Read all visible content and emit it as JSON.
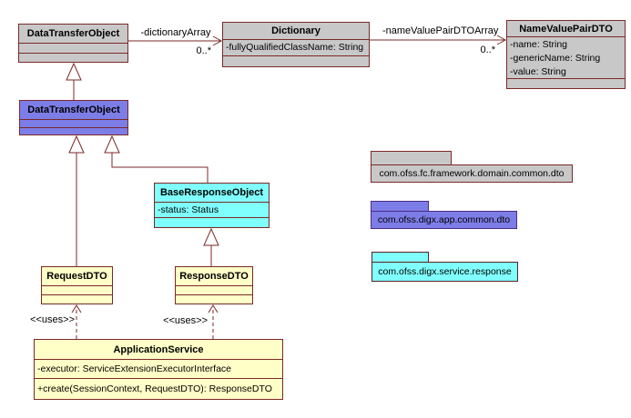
{
  "diagram": {
    "classes": [
      {
        "id": "dto-domain",
        "name": "DataTransferObject",
        "attributes": [],
        "operations": []
      },
      {
        "id": "dictionary",
        "name": "Dictionary",
        "attributes": [
          "-fullyQualifiedClassName: String"
        ],
        "operations": []
      },
      {
        "id": "name-value-pair-dto",
        "name": "NameValuePairDTO",
        "attributes": [
          "-name: String",
          "-genericName: String",
          "-value: String"
        ],
        "operations": []
      },
      {
        "id": "dto-app",
        "name": "DataTransferObject",
        "attributes": [],
        "operations": []
      },
      {
        "id": "base-response-object",
        "name": "BaseResponseObject",
        "attributes": [
          "-status: Status"
        ],
        "operations": []
      },
      {
        "id": "request-dto",
        "name": "RequestDTO",
        "attributes": [],
        "operations": []
      },
      {
        "id": "response-dto",
        "name": "ResponseDTO",
        "attributes": [],
        "operations": []
      },
      {
        "id": "application-service",
        "name": "ApplicationService",
        "attributes": [
          "-executor: ServiceExtensionExecutorInterface"
        ],
        "operations": [
          "+create(SessionContext, RequestDTO): ResponseDTO"
        ]
      }
    ],
    "packages": [
      {
        "name": "com.ofss.fc.framework.domain.common.dto"
      },
      {
        "name": "com.ofss.digx.app.common.dto"
      },
      {
        "name": "com.ofss.digx.service.response"
      }
    ],
    "connectors": {
      "dictionary_assoc": {
        "label": "-dictionaryArray",
        "multiplicity": "0..*"
      },
      "nvp_assoc": {
        "label": "-nameValuePairDTOArray",
        "multiplicity": "0..*"
      },
      "uses_request": {
        "label": "<<uses>>"
      },
      "uses_response": {
        "label": "<<uses>>"
      }
    },
    "colors": {
      "border": "#7B2927",
      "line": "#7B2927",
      "gray_fill": "#C8C8C8",
      "blue_fill": "#7D7DE8",
      "cyan_fill": "#80FFFF",
      "yellow_fill": "#FFFFC8"
    }
  }
}
